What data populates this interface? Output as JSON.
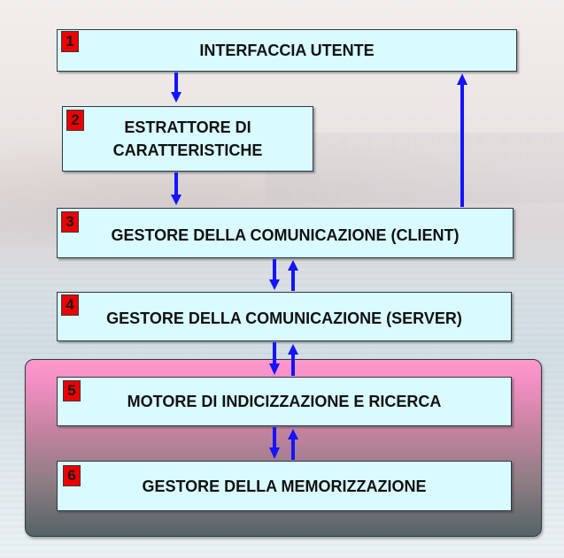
{
  "boxes": [
    {
      "number": "1",
      "label": "INTERFACCIA UTENTE"
    },
    {
      "number": "2",
      "label": "ESTRATTORE DI\nCARATTERISTICHE"
    },
    {
      "number": "3",
      "label": "GESTORE DELLA COMUNICAZIONE (CLIENT)"
    },
    {
      "number": "4",
      "label": "GESTORE DELLA COMUNICAZIONE (SERVER)"
    },
    {
      "number": "5",
      "label": "MOTORE DI INDICIZZAZIONE E RICERCA"
    },
    {
      "number": "6",
      "label": "GESTORE DELLA MEMORIZZAZIONE"
    }
  ],
  "colors": {
    "box_fill": "#d9fbff",
    "number_badge": "#ee0000",
    "arrow": "#1414ff",
    "group_top": "#fe98cd",
    "group_bottom": "#546366"
  }
}
